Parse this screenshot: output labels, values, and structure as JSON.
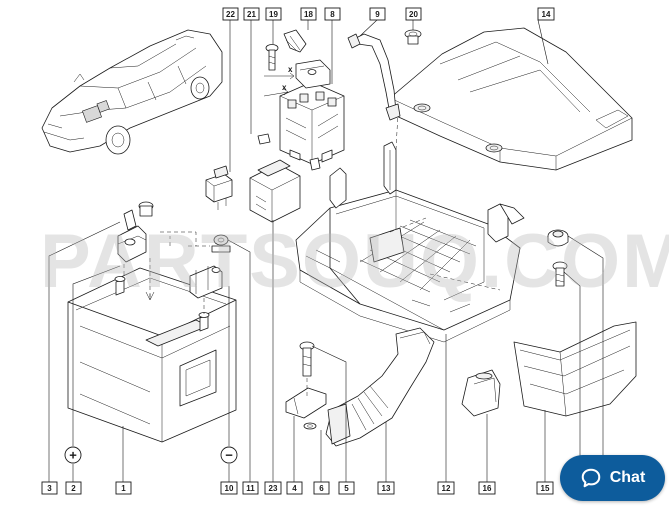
{
  "watermark": {
    "text": "PARTSOUQ.COM"
  },
  "chat": {
    "label": "Chat",
    "icon": "chat-bubble-icon",
    "background": "#0d5c9c"
  },
  "callouts": {
    "top": [
      "22",
      "21",
      "19",
      "18",
      "8",
      "9",
      "20",
      "14"
    ],
    "bottom": [
      "3",
      "2",
      "1",
      "10",
      "11",
      "23",
      "4",
      "6",
      "5",
      "13",
      "12",
      "16",
      "15"
    ]
  },
  "symbols": {
    "positive": "+",
    "negative": "−",
    "axis": "x"
  }
}
